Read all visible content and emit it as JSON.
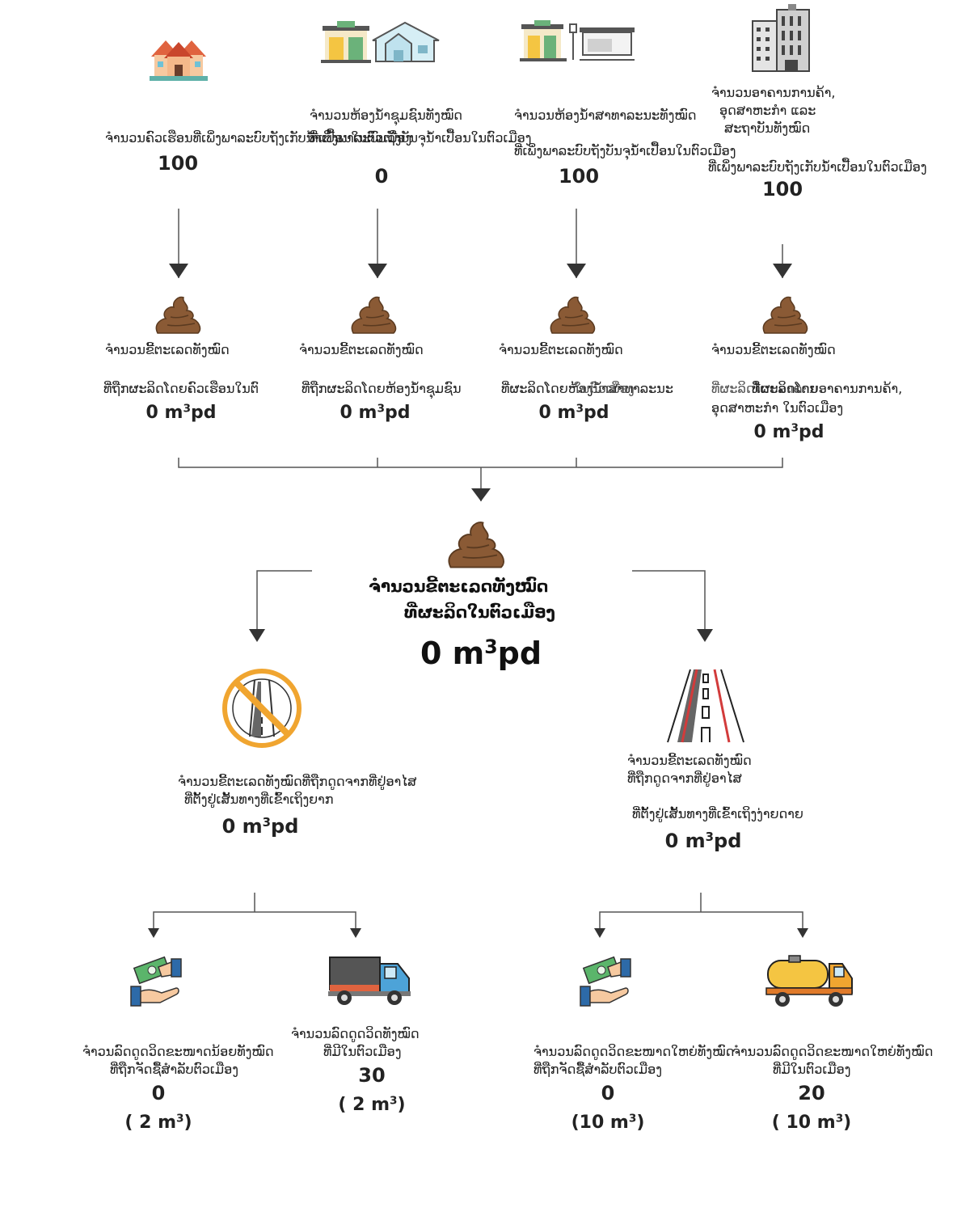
{
  "sources": [
    {
      "label": "ຈຳນວນຄົວເຮືອນທີ່ເພິ່ງພາລະບົບຖັງເກັບນ້ຳເປື້ອນໃນຕົວເມືອງ",
      "label2": "",
      "value": "100",
      "icon": "houses-icon"
    },
    {
      "label": "ຈຳນວນຫ້ອງນ້ຳຊຸມຊົນທັງໝົດ",
      "label2": "ທີ່ເພິ່ງພາລະບົບຖັງບັນຈຸນ້ຳເປື້ອນໃນຕົວເມືອງ",
      "value": "0",
      "icon": "public-toilet-icon"
    },
    {
      "label": "ຈຳນວນຫ້ອງນ້ຳສາທາລະນະທັງໝົດ",
      "label2": "ທີ່ເພິ່ງພາລະບົບຖັງບັນຈຸນ້ຳເປື້ອນໃນຕົວເມືອງ",
      "value": "100",
      "icon": "bus-stop-toilet-icon"
    },
    {
      "label": "ຈຳນວນອາຄານການຄ້າ,",
      "label2": "ອຸດສາຫະກຳ ແລະ",
      "label3": "ສະຖາບັນທັງໝົດ",
      "label4": "ທີ່ເພິ່ງພາລະບົບຖັງເກັບນ້ຳເປື້ອນໃນຕົວເມືອງ",
      "value": "100",
      "icon": "buildings-icon"
    }
  ],
  "sludge": [
    {
      "label": "ຈຳນວນຂີ້ຕະເລດທັງໝົດ",
      "label2": "ທີ່ຖືກຜະລິດໂດຍຄົວເຮືອນໃນຕົ",
      "value": "0",
      "unit": "m",
      "unit_sup": "3",
      "unit_suffix": "pd"
    },
    {
      "label": "ຈຳນວນຂີ້ຕະເລດທັງໝົດ",
      "label2": "ທີ່ຖືກຜະລິດໂດຍຫ້ອງນ້ຳຊຸມຊົນ",
      "value": "0",
      "unit": "m",
      "unit_sup": "3",
      "unit_suffix": "pd"
    },
    {
      "label": "ຈຳນວນຂີ້ຕະເລດທັງໝົດ",
      "label2": "ທີ່ຜະລິດໂດຍຫ້ອງນ້ຳສາທາລະນະ",
      "label3": "ໃນຕົວເມືອງ",
      "value": "0",
      "unit": "m",
      "unit_sup": "3",
      "unit_suffix": "pd"
    },
    {
      "label": "ຈຳນວນຂີ້ຕະເລດທັງໝົດ",
      "label2": "ທີ່ຜະລິດໂດຍອາຄານການຄ້າ,",
      "label3": "ອຸດສາຫະກຳ ໃນຕົວເມືອງ",
      "label4": "ທີ່ຜະລິດໂດຍອາຄານ",
      "value": "0",
      "unit": "m",
      "unit_sup": "3",
      "unit_suffix": "pd"
    }
  ],
  "total": {
    "label": "ຈຳນວນຂີ້ຕະເລດທັງໝົດ",
    "label2": "ທີ່ຜະລິດໃນຕົວເມືອງ",
    "value": "0",
    "unit": "m",
    "unit_sup": "3",
    "unit_suffix": "pd"
  },
  "access": [
    {
      "label": "ຈຳນວນຂີ້ຕະເລດທັງໝົດທີ່ຖືກດູດຈາກທີ່ຢູ່ອາໄສ",
      "label2": "ທີ່ຕັ້ງຢູ່ເສັ້ນທາງທີ່ເຂົ້າເຖິງຍາກ",
      "value": "0",
      "unit": "m",
      "unit_sup": "3",
      "unit_suffix": "pd",
      "icon": "no-road-icon"
    },
    {
      "label": "ຈຳນວນຂີ້ຕະເລດທັງໝົດ",
      "label2": "ທີ່ຖືກດູດຈາກທີ່ຢູ່ອາໄສ",
      "label3": "ທີ່ຕັ້ງຢູ່ເສັ້ນທາງທີ່ເຂົ້າເຖິງງ່າຍດາຍ",
      "value": "0",
      "unit": "m",
      "unit_sup": "3",
      "unit_suffix": "pd",
      "icon": "road-icon"
    }
  ],
  "trucks": [
    {
      "label": "ຈຳວນລົດດູດວິດຂະໜາດນ້ອຍທັງໝົດ",
      "label2": "ທີ່ຖືກຈັດຊື້ສຳລັບຕົວເມືອງ",
      "value": "0",
      "capacity": "( 2 m",
      "capacity_sup": "3",
      "capacity_suffix": ")",
      "icon": "payment-icon"
    },
    {
      "label": "ຈຳນວນລົດດູດວິດທັງໝົດ",
      "label2": "ທີ່ມີໃນຕົວເມືອງ",
      "value": "30",
      "capacity": "( 2 m",
      "capacity_sup": "3",
      "capacity_suffix": ")",
      "icon": "small-truck-icon"
    },
    {
      "label": "ຈຳນວນລົດດູດວິດຂະໜາດໃຫຍ່ທັງໝົດ",
      "label2": "ທີ່ຖືກຈັດຊື້ສຳລັບຕົວເມືອງ",
      "value": "0",
      "capacity": "(10 m",
      "capacity_sup": "3",
      "capacity_suffix": ")",
      "icon": "payment-icon"
    },
    {
      "label": "ຈຳນວນລົດດູດວິດຂະໜາດໃຫຍ່ທັງໝົດ",
      "label2": "ທີ່ມີໃນຕົວເມືອງ",
      "value": "20",
      "capacity": "( 10 m",
      "capacity_sup": "3",
      "capacity_suffix": ")",
      "icon": "tanker-truck-icon"
    }
  ],
  "colors": {
    "line": "#444444",
    "poop": "#8a5a35",
    "poop_dark": "#5a3a20",
    "ban": "#f0a530"
  }
}
